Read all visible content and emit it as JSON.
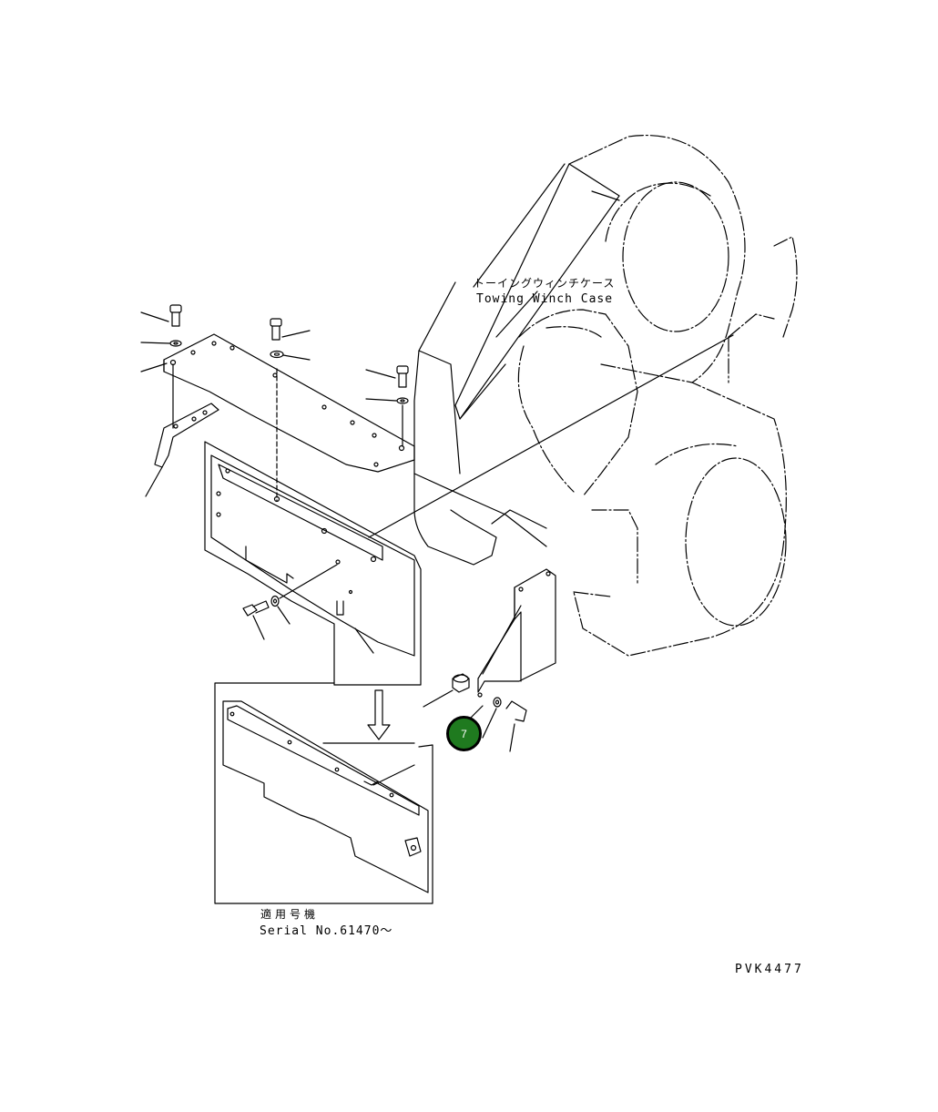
{
  "labels": {
    "case_jp": "トーイングウィンチケース",
    "case_en": "Towing Winch Case",
    "serial_jp": "適用号機",
    "serial_en": "Serial No.61470～",
    "drawing_no": "PVK4477"
  },
  "callouts": [
    {
      "number": "7",
      "color": "#1f7a1f"
    }
  ],
  "colors": {
    "line": "#000000",
    "background": "#ffffff"
  }
}
